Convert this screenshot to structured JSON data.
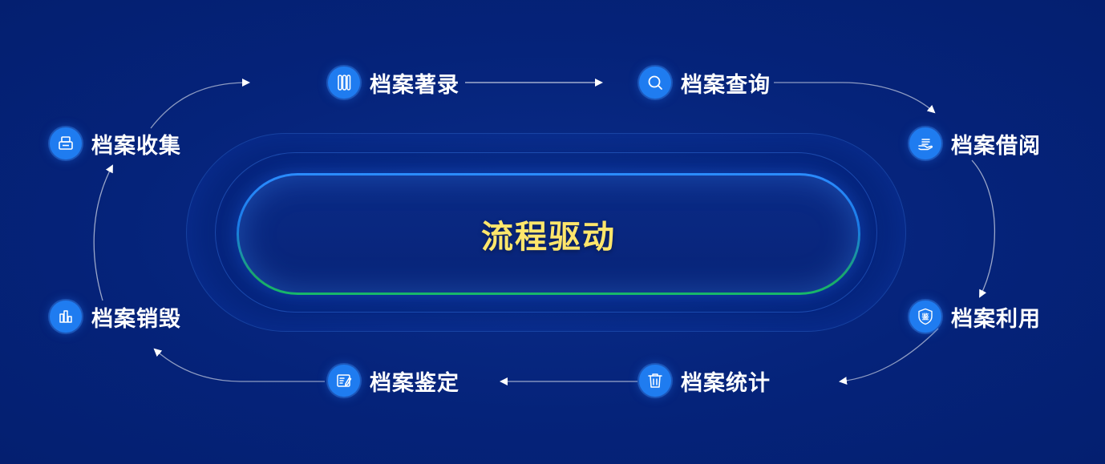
{
  "center": {
    "title": "流程驱动"
  },
  "nodes": [
    {
      "id": "collect",
      "label": "档案收集",
      "icon": "printer-icon"
    },
    {
      "id": "catalog",
      "label": "档案著录",
      "icon": "tools-icon"
    },
    {
      "id": "query",
      "label": "档案查询",
      "icon": "search-icon"
    },
    {
      "id": "borrow",
      "label": "档案借阅",
      "icon": "hand-document-icon"
    },
    {
      "id": "use",
      "label": "档案利用",
      "icon": "shield-icon"
    },
    {
      "id": "stats",
      "label": "档案统计",
      "icon": "trash-icon"
    },
    {
      "id": "appraise",
      "label": "档案鉴定",
      "icon": "edit-document-icon"
    },
    {
      "id": "destroy",
      "label": "档案销毁",
      "icon": "bar-chart-icon"
    }
  ],
  "shield_glyph": "鉴",
  "colors": {
    "background": "#05237a",
    "badge": "#1f7cf0",
    "title": "#ffe66b",
    "label": "#ffffff",
    "capsule_top": "#2b8cff",
    "capsule_bottom": "#18b86a"
  }
}
